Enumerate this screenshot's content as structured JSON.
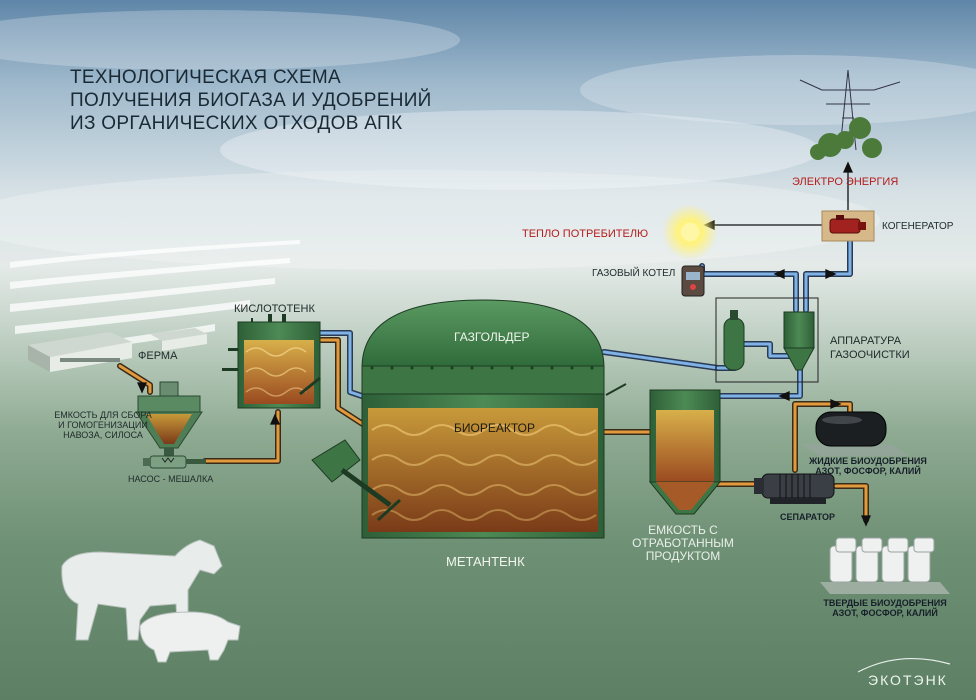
{
  "title": {
    "line1": "ТЕХНОЛОГИЧЕСКАЯ СХЕМА",
    "line2": "ПОЛУЧЕНИЯ БИОГАЗА И УДОБРЕНИЙ",
    "line3": "ИЗ ОРГАНИЧЕСКИХ ОТХОДОВ АПК"
  },
  "labels": {
    "farm": "ФЕРМА",
    "tank_collect": [
      "ЕМКОСТЬ ДЛЯ СБОРА",
      "И ГОМОГЕНИЗАЦИИ",
      "НАВОЗА, СИЛОСА"
    ],
    "pump": "НАСОС - МЕШАЛКА",
    "acid_tank": "КИСЛОТОТЕНК",
    "gasholder": "ГАЗГОЛЬДЕР",
    "bioreactor": "БИОРЕАКТОР",
    "metatank": "МЕТАНТЕНК",
    "waste_tank": [
      "ЕМКОСТЬ С",
      "ОТРАБОТАННЫМ",
      "ПРОДУКТОМ"
    ],
    "separator": "СЕПАРАТОР",
    "liquid_fert": [
      "ЖИДКИЕ БИОУДОБРЕНИЯ",
      "АЗОТ, ФОСФОР, КАЛИЙ"
    ],
    "solid_fert": [
      "ТВЕРДЫЕ БИОУДОБРЕНИЯ",
      "АЗОТ, ФОСФОР, КАЛИЙ"
    ],
    "gas_clean": [
      "АППАРАТУРА",
      "ГАЗООЧИСТКИ"
    ],
    "gas_boiler": "ГАЗОВЫЙ КОТЕЛ",
    "heat": "ТЕПЛО ПОТРЕБИТЕЛЮ",
    "electricity": "ЭЛЕКТРО ЭНЕРГИЯ",
    "cogenerator": "КОГЕНЕРАТОР",
    "logo": "ЭКОТЭНК"
  },
  "colors": {
    "pipe_orange": "#e39a3c",
    "pipe_blue": "#7fb3e6",
    "pipe_edge": "#3a2a1a",
    "tank_green": "#3f7a47",
    "tank_dark": "#2c5c34",
    "red_text": "#b51c1c"
  },
  "icons": [
    "cow-icon",
    "pig-icon",
    "power-tower-icon",
    "sun-glow-icon"
  ]
}
